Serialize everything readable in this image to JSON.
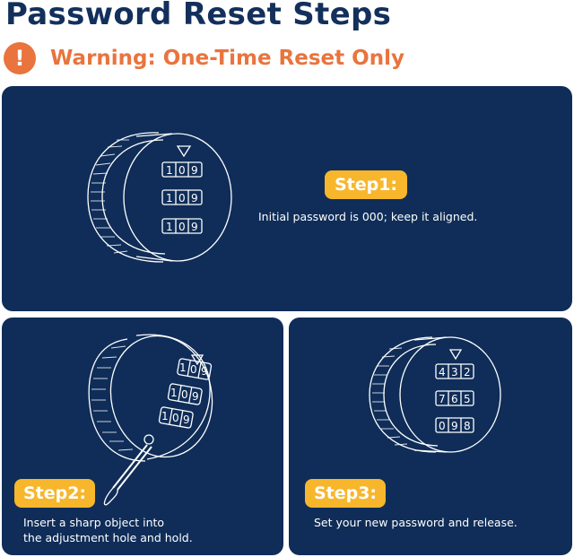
{
  "header": {
    "title": "Password Reset Steps",
    "warning_icon_glyph": "!",
    "warning": "Warning: One-Time Reset Only"
  },
  "colors": {
    "title": "#13305c",
    "warning": "#e9743d",
    "panel": "#0f2d58",
    "badge": "#f7b62c"
  },
  "steps": [
    {
      "label": "Step1:",
      "description_lines": [
        "Initial password is 000; keep it aligned."
      ],
      "illustration": "combination-lock-front",
      "dials": [
        [
          "1",
          "0",
          "9"
        ],
        [
          "1",
          "0",
          "9"
        ],
        [
          "1",
          "0",
          "9"
        ]
      ]
    },
    {
      "label": "Step2:",
      "description_lines": [
        "Insert a sharp object into",
        "the adjustment hole and hold."
      ],
      "illustration": "combination-lock-angled-with-pin",
      "dials": [
        [
          "1",
          "0",
          "9"
        ],
        [
          "1",
          "0",
          "9"
        ],
        [
          "1",
          "0",
          "9"
        ]
      ]
    },
    {
      "label": "Step3:",
      "description_lines": [
        "Set your new password and release."
      ],
      "illustration": "combination-lock-front",
      "dials": [
        [
          "4",
          "3",
          "2"
        ],
        [
          "7",
          "6",
          "5"
        ],
        [
          "0",
          "9",
          "8"
        ]
      ]
    }
  ]
}
